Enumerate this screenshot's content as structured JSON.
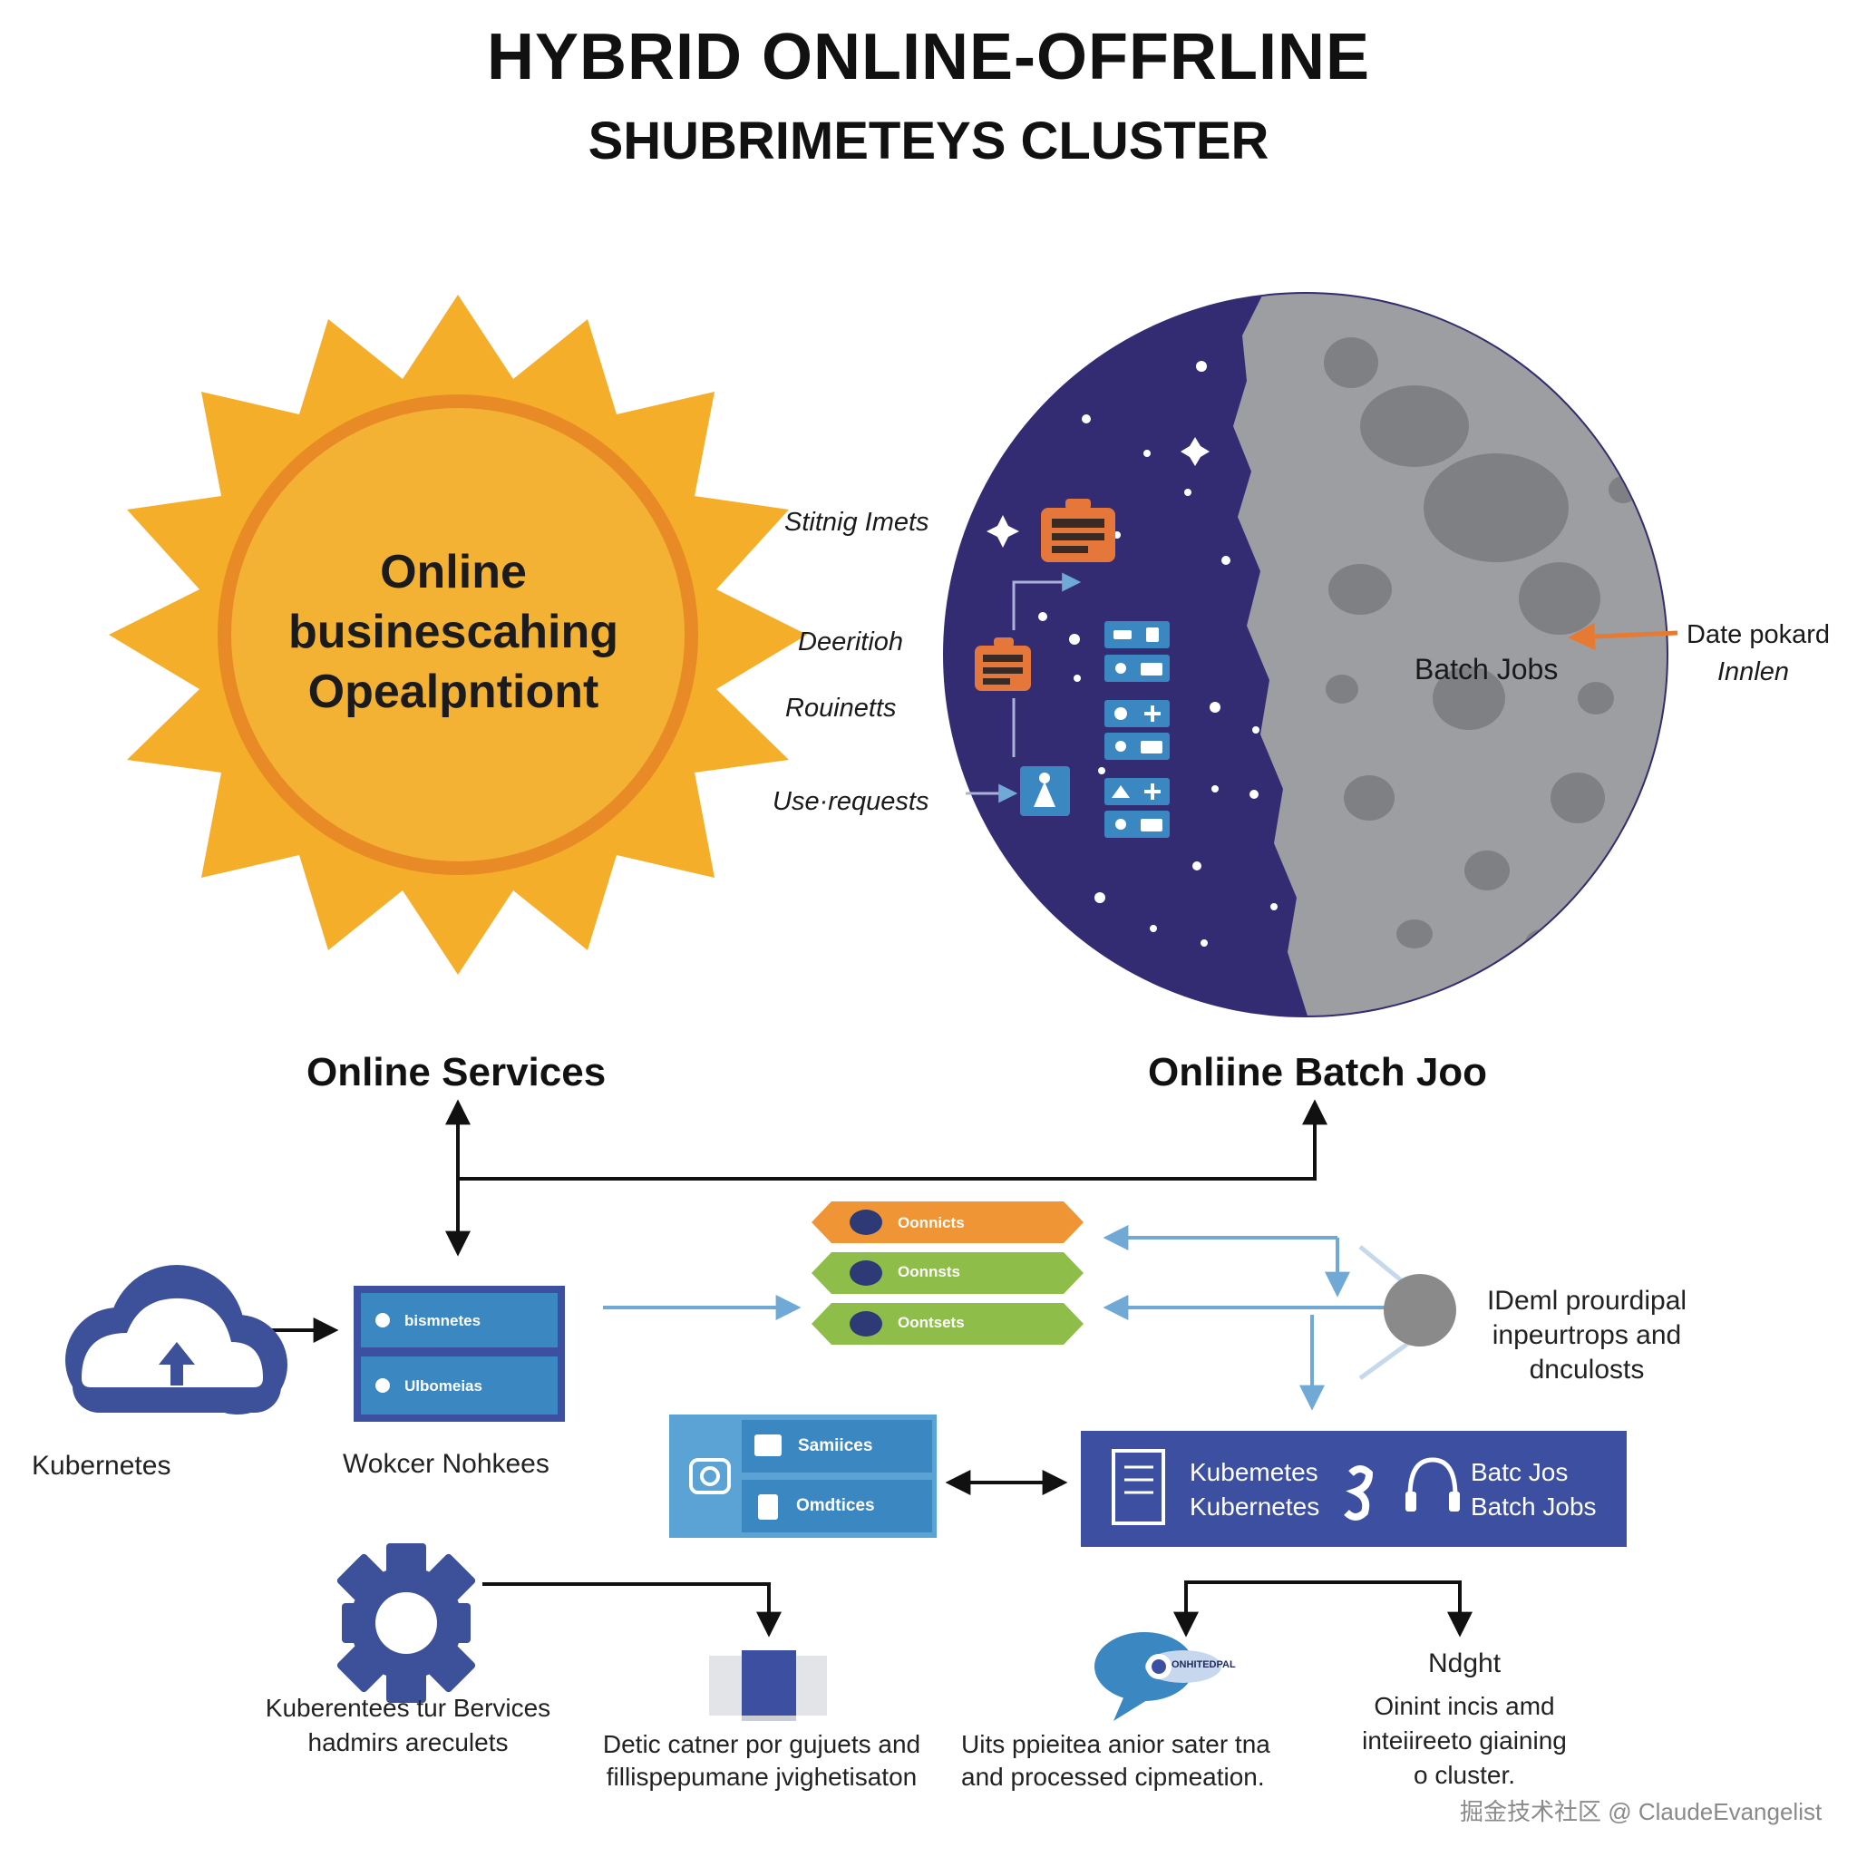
{
  "title": {
    "line1": "HYBRID ONLINE-OFFRLINE",
    "line2": "SHUBRIMETEYS CLUSTER"
  },
  "sun": {
    "lines": [
      "Online",
      "businescahing",
      "Opealpntiont"
    ]
  },
  "moon": {
    "side_labels": [
      "Stitnig Imets",
      "Deeritioh",
      "Rouinetts",
      "Use·requests"
    ],
    "center_label": "Batch Jobs",
    "pointer_label_lines": [
      "Date pokard",
      "Innlen"
    ]
  },
  "sections": {
    "online_services": "Online Services",
    "batch_job": "Onliine Batch Joo"
  },
  "kubernetes": {
    "label": "Kubernetes"
  },
  "worker_nodes": {
    "label": "Wokcer Nohkees",
    "rows": [
      "bismnetes",
      "Ulbomeias"
    ]
  },
  "chevrons": {
    "items": [
      {
        "label": "Oonnicts",
        "color": "#ef9535"
      },
      {
        "label": "Oonnsts",
        "color": "#8ebd4a"
      },
      {
        "label": "Oontsets",
        "color": "#8ebd4a"
      }
    ]
  },
  "processing_note": {
    "lines": [
      "IDeml prourdipal",
      "inpeurtrops and",
      "dnculosts"
    ]
  },
  "services_box": {
    "rows": [
      "Samiices",
      "Omdtices"
    ]
  },
  "batch_box": {
    "left_lines": [
      "Kubemetes",
      "Kubernetes"
    ],
    "right_lines": [
      "Batc Jos",
      "Batch Jobs"
    ]
  },
  "bottom": {
    "gear_caption": [
      "Kuberentees tur Bervices",
      "hadmirs areculets"
    ],
    "container_caption": [
      "Detic catner por gujuets and",
      "fillispepumane jvighetisaton"
    ],
    "stream_caption": [
      "Uits ppieitea anior sater tna",
      "and processed cipmeation."
    ],
    "stream_logo_text": "ONHITEDPAL",
    "night_title": "Ndght",
    "night_caption": [
      "Oinint incis amd",
      "inteiireeto giaining",
      "o cluster."
    ]
  },
  "watermark": "掘金技术社区 @ ClaudeEvangelist",
  "colors": {
    "sun_rays": "#f5ae29",
    "sun_core": "#f4b234",
    "sun_ring": "#e88a25",
    "moon_night": "#332c72",
    "moon_gray": "#9c9ea2",
    "moon_crater": "#7e8084",
    "node_blue": "#3a87c1",
    "batch_navy": "#3c4fa0",
    "cloud_navy": "#3d519a",
    "arrow_light": "#70a8d6",
    "orange_accent": "#e67a33"
  }
}
